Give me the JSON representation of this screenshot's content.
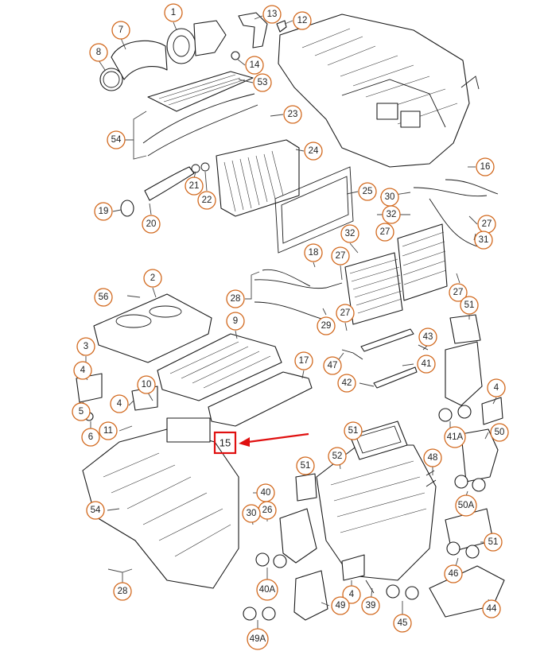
{
  "callouts": [
    {
      "id": "1",
      "label": "1"
    },
    {
      "id": "7",
      "label": "7"
    },
    {
      "id": "8",
      "label": "8"
    },
    {
      "id": "13",
      "label": "13"
    },
    {
      "id": "12",
      "label": "12"
    },
    {
      "id": "14",
      "label": "14"
    },
    {
      "id": "53",
      "label": "53"
    },
    {
      "id": "54a",
      "label": "54"
    },
    {
      "id": "23",
      "label": "23"
    },
    {
      "id": "24",
      "label": "24"
    },
    {
      "id": "16",
      "label": "16"
    },
    {
      "id": "21",
      "label": "21"
    },
    {
      "id": "22",
      "label": "22"
    },
    {
      "id": "19",
      "label": "19"
    },
    {
      "id": "20",
      "label": "20"
    },
    {
      "id": "25",
      "label": "25"
    },
    {
      "id": "30a",
      "label": "30"
    },
    {
      "id": "32a",
      "label": "32"
    },
    {
      "id": "27a",
      "label": "27"
    },
    {
      "id": "27b",
      "label": "27"
    },
    {
      "id": "31",
      "label": "31"
    },
    {
      "id": "32b",
      "label": "32"
    },
    {
      "id": "18",
      "label": "18"
    },
    {
      "id": "27c",
      "label": "27"
    },
    {
      "id": "2",
      "label": "2"
    },
    {
      "id": "56",
      "label": "56"
    },
    {
      "id": "28a",
      "label": "28"
    },
    {
      "id": "27d",
      "label": "27"
    },
    {
      "id": "51a",
      "label": "51"
    },
    {
      "id": "29",
      "label": "29"
    },
    {
      "id": "27e",
      "label": "27"
    },
    {
      "id": "9",
      "label": "9"
    },
    {
      "id": "3",
      "label": "3"
    },
    {
      "id": "43",
      "label": "43"
    },
    {
      "id": "17",
      "label": "17"
    },
    {
      "id": "47",
      "label": "47"
    },
    {
      "id": "41",
      "label": "41"
    },
    {
      "id": "4a",
      "label": "4"
    },
    {
      "id": "42",
      "label": "42"
    },
    {
      "id": "10",
      "label": "10"
    },
    {
      "id": "4b",
      "label": "4"
    },
    {
      "id": "4c",
      "label": "4"
    },
    {
      "id": "5",
      "label": "5"
    },
    {
      "id": "11",
      "label": "11"
    },
    {
      "id": "6",
      "label": "6"
    },
    {
      "id": "51b",
      "label": "51"
    },
    {
      "id": "41A",
      "label": "41A"
    },
    {
      "id": "50",
      "label": "50"
    },
    {
      "id": "52",
      "label": "52"
    },
    {
      "id": "48",
      "label": "48"
    },
    {
      "id": "51c",
      "label": "51"
    },
    {
      "id": "54b",
      "label": "54"
    },
    {
      "id": "40",
      "label": "40"
    },
    {
      "id": "26",
      "label": "26"
    },
    {
      "id": "30b",
      "label": "30"
    },
    {
      "id": "50A",
      "label": "50A"
    },
    {
      "id": "51d",
      "label": "51"
    },
    {
      "id": "40A",
      "label": "40A"
    },
    {
      "id": "46",
      "label": "46"
    },
    {
      "id": "28b",
      "label": "28"
    },
    {
      "id": "4d",
      "label": "4"
    },
    {
      "id": "49",
      "label": "49"
    },
    {
      "id": "39",
      "label": "39"
    },
    {
      "id": "45",
      "label": "45"
    },
    {
      "id": "44",
      "label": "44"
    },
    {
      "id": "49A",
      "label": "49A"
    }
  ],
  "highlight": {
    "label": "15",
    "color": "#e01010"
  },
  "colors": {
    "callout_ring": "#d2691e",
    "highlight": "#e01010",
    "line": "#1a1a1a"
  }
}
